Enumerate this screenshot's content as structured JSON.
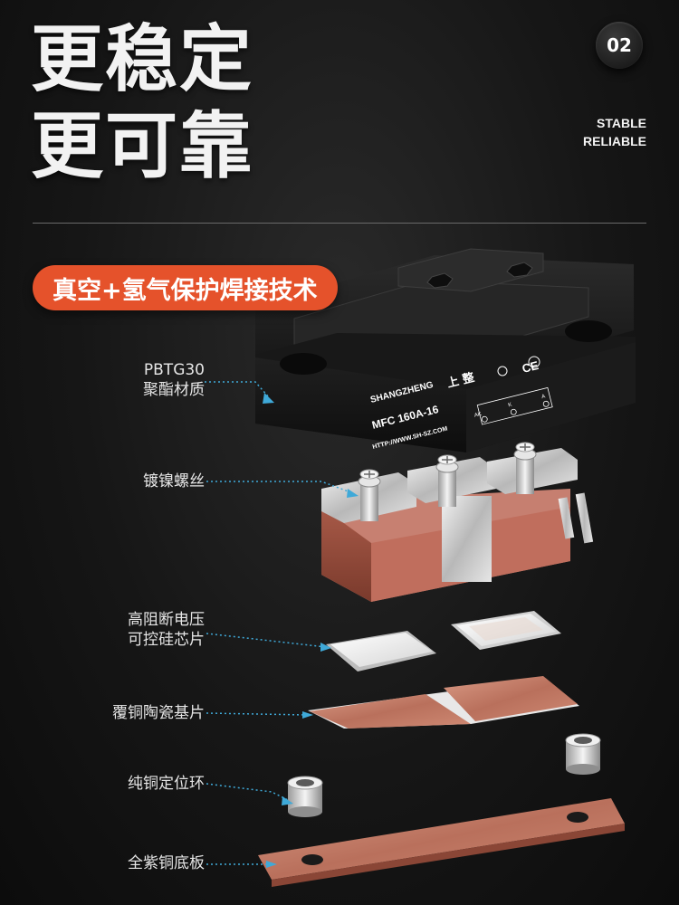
{
  "header": {
    "title_line1": "更稳定",
    "title_line2": "更可靠",
    "page_number": "02",
    "subtitle_en_line1": "STABLE",
    "subtitle_en_line2": "RELIABLE"
  },
  "feature_pill": "真空+氢气保护焊接技术",
  "product": {
    "brand_en": "SHANGZHENG",
    "brand_cn": "上 整",
    "model": "MFC 160A-16",
    "website": "HTTP://WWW.SH-SZ.COM",
    "ce_mark": "CE",
    "terminal_labels": [
      "AK",
      "K",
      "A"
    ]
  },
  "components": [
    {
      "label": "PBTG30\n聚酯材质"
    },
    {
      "label": "镀镍螺丝"
    },
    {
      "label": "高阻断电压\n可控硅芯片"
    },
    {
      "label": "覆铜陶瓷基片"
    },
    {
      "label": "纯铜定位环"
    },
    {
      "label": "全紫铜底板"
    }
  ],
  "colors": {
    "accent": "#e5522b",
    "leader": "#3fa9d8",
    "copper": "#c9836e",
    "housing": "#1e1e1e"
  }
}
